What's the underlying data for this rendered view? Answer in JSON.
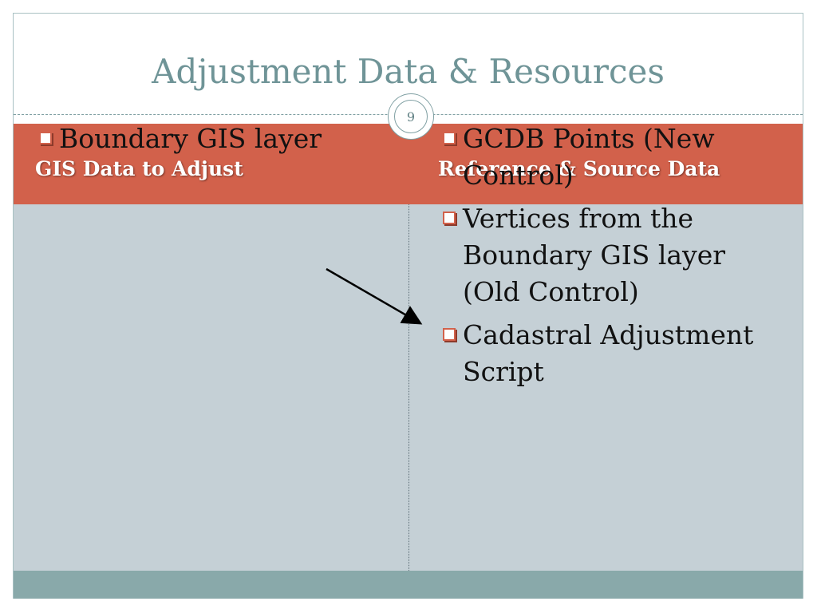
{
  "title": "Adjustment Data & Resources",
  "slide_number": "9",
  "columns": [
    {
      "header": "GIS Data to Adjust",
      "items": [
        "Boundary GIS layer"
      ]
    },
    {
      "header": "Reference & Source Data",
      "items": [
        "GCDB Points (New Control)",
        "Vertices from the Boundary GIS layer (Old Control)",
        "Cadastral Adjustment Script"
      ]
    }
  ],
  "colors": {
    "title": "#6f9497",
    "header_band": "#d2614b",
    "body_background": "#c5d0d6",
    "footer_bar": "#89a9aa",
    "bullet_box": "#d2614b"
  }
}
